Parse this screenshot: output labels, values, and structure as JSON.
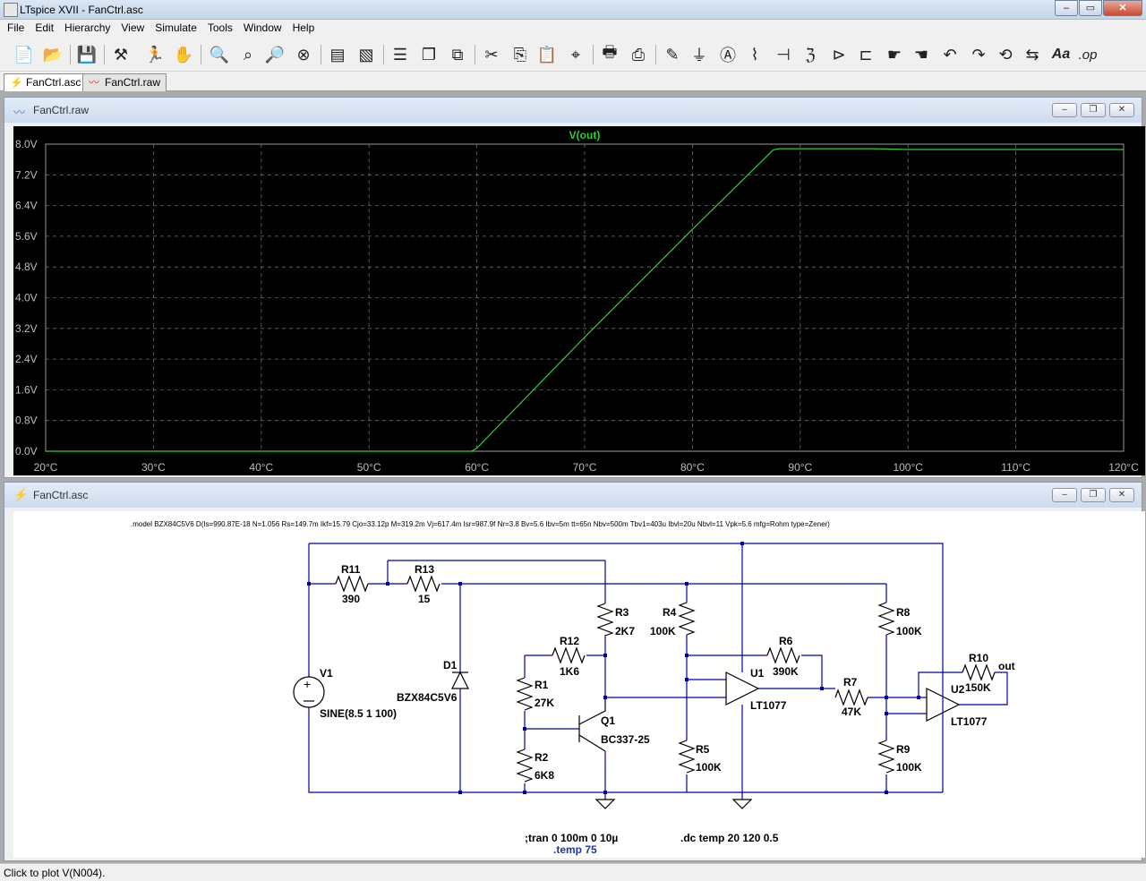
{
  "window": {
    "title": "LTspice XVII - FanCtrl.asc"
  },
  "menu": [
    "File",
    "Edit",
    "Hierarchy",
    "View",
    "Simulate",
    "Tools",
    "Window",
    "Help"
  ],
  "toolbar": {
    "icons": [
      "new-schematic-icon",
      "open-icon",
      "save-icon",
      "control-panel-icon",
      "run-icon",
      "halt-icon",
      "zoom-in-icon",
      "pan-icon",
      "zoom-out-icon",
      "zoom-fit-icon",
      "autorange-icon",
      "mark-unref-icon",
      "tile-icon",
      "cascade-icon",
      "close-icon",
      "cut-icon",
      "copy-icon",
      "paste-icon",
      "find-icon",
      "print-setup-icon",
      "print-icon",
      "wire-icon",
      "ground-icon",
      "label-icon",
      "resistor-icon",
      "capacitor-icon",
      "inductor-icon",
      "diode-icon",
      "component-icon",
      "move-icon",
      "drag-icon",
      "undo-icon",
      "redo-icon",
      "rotate-icon",
      "mirror-icon",
      "text-icon",
      "spice-directive-icon"
    ],
    "text_tool": "Aa",
    "directive_tool": ".op"
  },
  "tabs": [
    {
      "label": "FanCtrl.asc",
      "active": true
    },
    {
      "label": "FanCtrl.raw",
      "active": false
    }
  ],
  "waveform_window": {
    "title": "FanCtrl.raw"
  },
  "schematic_window": {
    "title": "FanCtrl.asc"
  },
  "chart_data": {
    "type": "line",
    "title": "V(out)",
    "xlabel": "",
    "ylabel": "",
    "xlim": [
      20,
      120
    ],
    "ylim": [
      0,
      8
    ],
    "x_ticks": [
      "20°C",
      "30°C",
      "40°C",
      "50°C",
      "60°C",
      "70°C",
      "80°C",
      "90°C",
      "100°C",
      "110°C",
      "120°C"
    ],
    "y_ticks": [
      "0.0V",
      "0.8V",
      "1.6V",
      "2.4V",
      "3.2V",
      "4.0V",
      "4.8V",
      "5.6V",
      "6.4V",
      "7.2V",
      "8.0V"
    ],
    "grid": true,
    "line_color": "#33cc33",
    "series": [
      {
        "name": "V(out)",
        "x": [
          20,
          59.5,
          60,
          70,
          80,
          87.5,
          88,
          97,
          100,
          120
        ],
        "y": [
          0.0,
          0.0,
          0.08,
          2.97,
          5.78,
          7.85,
          7.88,
          7.88,
          7.86,
          7.86
        ]
      }
    ]
  },
  "schematic": {
    "model_directive": ".model BZX84C5V6 D(Is=990.87E-18 N=1.056 Rs=149.7m Ikf=15.79 Cjo=33.12p M=319.2m Vj=617.4m Isr=987.9f Nr=3.8 Bv=5.6 Ibv=5m tt=65n Nbv=500m Tbv1=403u Ibvl=20u Nbvl=11 Vpk=5.6 mfg=Rohm type=Zener)",
    "components": {
      "R11": {
        "name": "R11",
        "value": "390"
      },
      "R13": {
        "name": "R13",
        "value": "15"
      },
      "R3": {
        "name": "R3",
        "value": "2K7"
      },
      "R12": {
        "name": "R12",
        "value": "1K6"
      },
      "R1": {
        "name": "R1",
        "value": "27K"
      },
      "R2": {
        "name": "R2",
        "value": "6K8"
      },
      "R4": {
        "name": "R4",
        "value": "100K"
      },
      "R5": {
        "name": "R5",
        "value": "100K"
      },
      "R6": {
        "name": "R6",
        "value": "390K"
      },
      "R7": {
        "name": "R7",
        "value": "47K"
      },
      "R8": {
        "name": "R8",
        "value": "100K"
      },
      "R9": {
        "name": "R9",
        "value": "100K"
      },
      "R10": {
        "name": "R10",
        "value": "150K"
      },
      "V1": {
        "name": "V1",
        "value": "SINE(8.5 1 100)"
      },
      "D1": {
        "name": "D1",
        "value": "BZX84C5V6"
      },
      "Q1": {
        "name": "Q1",
        "value": "BC337-25"
      },
      "U1": {
        "name": "U1",
        "value": "LT1077"
      },
      "U2": {
        "name": "U2",
        "value": "LT1077"
      }
    },
    "out_label": "out",
    "tran_directive": ";tran 0 100m 0 10µ",
    "temp_directive": ".temp 75",
    "dc_directive": ".dc temp 20 120 0.5"
  },
  "status": {
    "text": "Click to plot V(N004)."
  }
}
